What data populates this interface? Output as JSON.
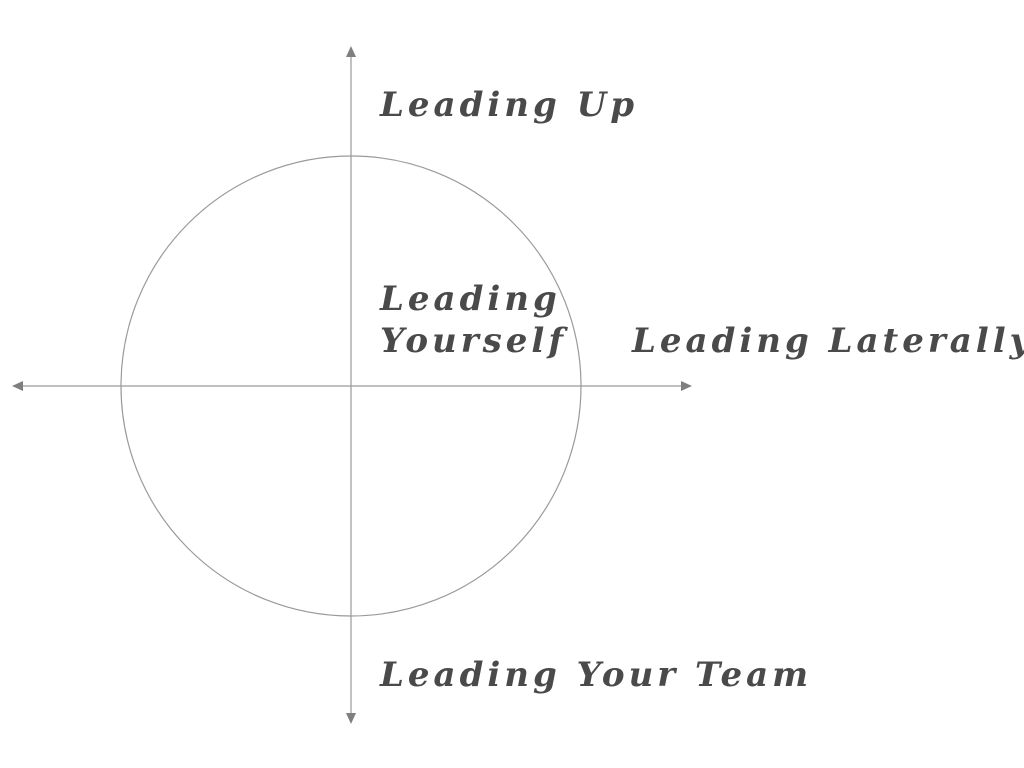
{
  "diagram": {
    "labels": {
      "up": "Leading Up",
      "yourself": [
        "Leading",
        "Yourself"
      ],
      "laterally": "Leading Laterally",
      "team": "Leading Your Team"
    },
    "colors": {
      "line": "#9a9a9a",
      "arrowhead": "#7f7f7f",
      "text": "#4a4a4a"
    }
  }
}
